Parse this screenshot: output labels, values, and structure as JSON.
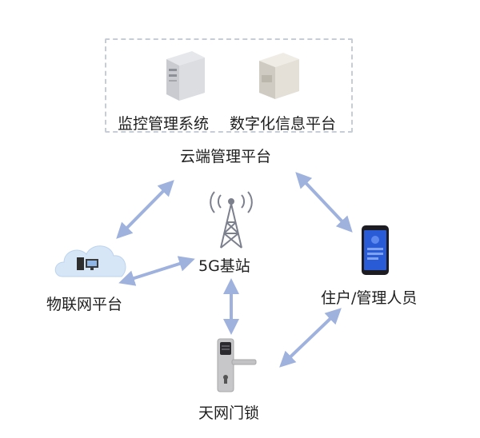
{
  "diagram": {
    "nodes": {
      "monitoring": "监控管理系统",
      "digital": "数字化信息平台",
      "cloud_platform": "云端管理平台",
      "iot_platform": "物联网平台",
      "base_station": "5G基站",
      "residents": "住户/管理人员",
      "lock": "天网门锁"
    },
    "icons": {
      "server1": "server-icon",
      "server2": "server-icon",
      "cloud": "cloud-computer-icon",
      "tower": "signal-tower-icon",
      "phone": "smartphone-icon",
      "lock": "door-lock-icon"
    },
    "colors": {
      "arrow": "#9fb2de",
      "dashed_border": "#c7cdd6",
      "tower": "#7c7f8c",
      "phone_screen": "#2a5bd7"
    }
  }
}
